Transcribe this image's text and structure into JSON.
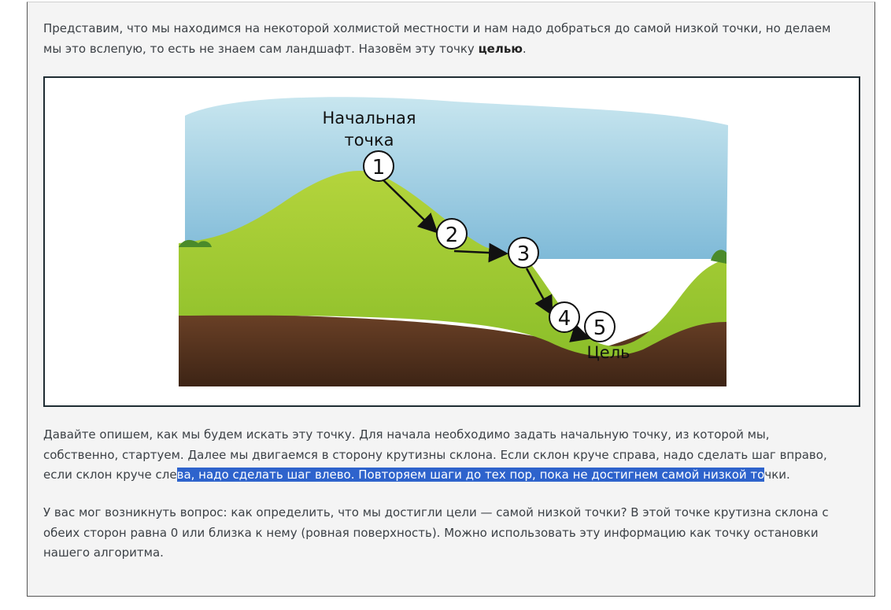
{
  "paragraph1": {
    "text_a": "Представим, что мы находимся на некоторой холмистой местности и нам надо добраться до самой низкой точки, но делаем мы это вслепую, то есть не знаем сам ландшафт. Назовём эту точку ",
    "bold": "целью",
    "text_b": "."
  },
  "figure": {
    "start_label_line1": "Начальная",
    "start_label_line2": "точка",
    "goal_label": "Цель",
    "steps": [
      "1",
      "2",
      "3",
      "4",
      "5"
    ]
  },
  "paragraph2": {
    "text_a": "Давайте опишем, как мы будем искать эту точку. Для начала необходимо задать начальную точку, из которой мы, собственно, стартуем. Далее мы двигаемся в сторону крутизны склона. Если склон круче справа, надо сделать шаг вправо, если склон круче сле",
    "selected": "ва, надо сделать шаг влево. Повторяем шаги до тех пор, пока не достигнем самой низкой то",
    "text_b": "чки."
  },
  "paragraph3": {
    "text": "У вас мог возникнуть вопрос: как определить, что мы достигли цели — самой низкой точки? В этой точке крутизна склона с обеих сторон равна 0 или близка к нему (ровная поверхность). Можно использовать эту информацию как точку остановки нашего алгоритма."
  },
  "colors": {
    "selection": "#2e63cc",
    "text": "#3c4146",
    "panel_bg": "#f4f4f4"
  }
}
